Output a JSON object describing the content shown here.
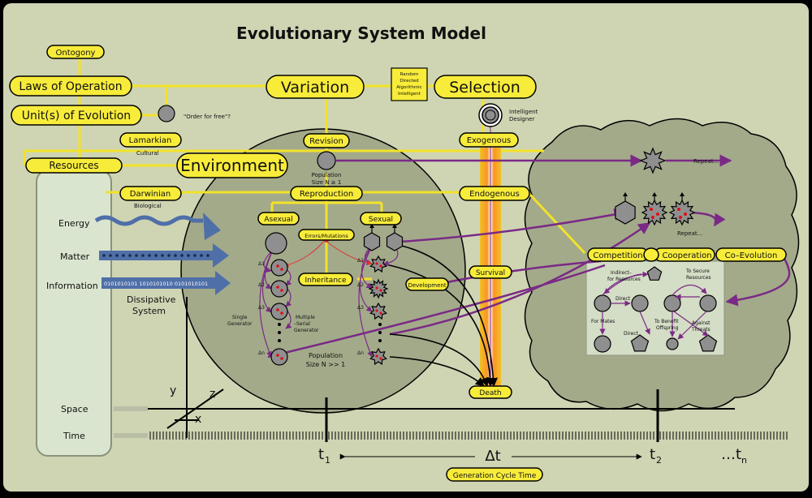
{
  "title": "Evolutionary System Model",
  "labels": {
    "ontogony": "Ontogony",
    "laws": "Laws of Operation",
    "units": "Unit(s) of Evolution",
    "order_free": "\"Order for free\"?",
    "variation": "Variation",
    "selection": "Selection",
    "var_types": [
      "Random",
      "Directed",
      "Algorithmic",
      "Intelligent"
    ],
    "intelligent_designer": [
      "Intelligent",
      "Designer"
    ],
    "lamarkian": "Lamarkian",
    "cultural": "Cultural",
    "revision": "Revision",
    "exogenous": "Exogenous",
    "resources": "Resources",
    "environment": "Environment",
    "population_small": [
      "Population",
      "Size N ≥ 1"
    ],
    "repeat_top": "Repeat...",
    "darwinian": "Darwinian",
    "biological": "Biological",
    "reproduction": "Reproduction",
    "endogenous": "Endogenous",
    "asexual": "Asexual",
    "sexual": "Sexual",
    "errors": "Errors/Mutations",
    "inheritance": "Inheritance",
    "development": "Development",
    "survival": "Survival",
    "death": "Death",
    "energy": "Energy",
    "matter": "Matter",
    "information": "Information",
    "info_bits": "0101010101 1010101010 0101010101",
    "dissipative": [
      "Dissipative",
      "System"
    ],
    "single_gen": [
      "Single",
      "Generator"
    ],
    "multi_gen": [
      "Multiple",
      "–Serial",
      "Generator"
    ],
    "population_big": [
      "Population",
      "Size N >> 1"
    ],
    "competition": "Competition",
    "cooperation": "Cooperation",
    "coevolution": "Co–Evolution",
    "repeat_mid": "Repeat...",
    "indirect": [
      "Indirect–",
      "for Resources"
    ],
    "to_secure": [
      "To Secure",
      "Resources"
    ],
    "direct1": "Direct",
    "direct2": "Direct",
    "for_mates": "For Mates",
    "to_benefit": [
      "To Benefit",
      "Offspring"
    ],
    "against": [
      "Against",
      "Threats"
    ],
    "delta_sub": [
      "1",
      "2",
      "3",
      "4",
      "n"
    ],
    "axis_y": "y",
    "axis_z": "z",
    "axis_x": "x",
    "space": "Space",
    "time": "Time",
    "t1": "t",
    "t1_sub": "1",
    "delta_t": "Δt",
    "t2": "t",
    "t2_sub": "2",
    "tn": "…t",
    "tn_sub": "n",
    "gen_cycle": "Generation Cycle Time"
  },
  "colors": {
    "background": "#cfd5b3",
    "frame": "#000000",
    "pill": "#f8ec3a",
    "connector": "#f2e22a",
    "purple": "#7a2a86",
    "blob": "#a3aa8a",
    "node": "#8f8f8f",
    "sidebar": "#d9e5cf",
    "flow_arrow": "#4f6fa8"
  }
}
